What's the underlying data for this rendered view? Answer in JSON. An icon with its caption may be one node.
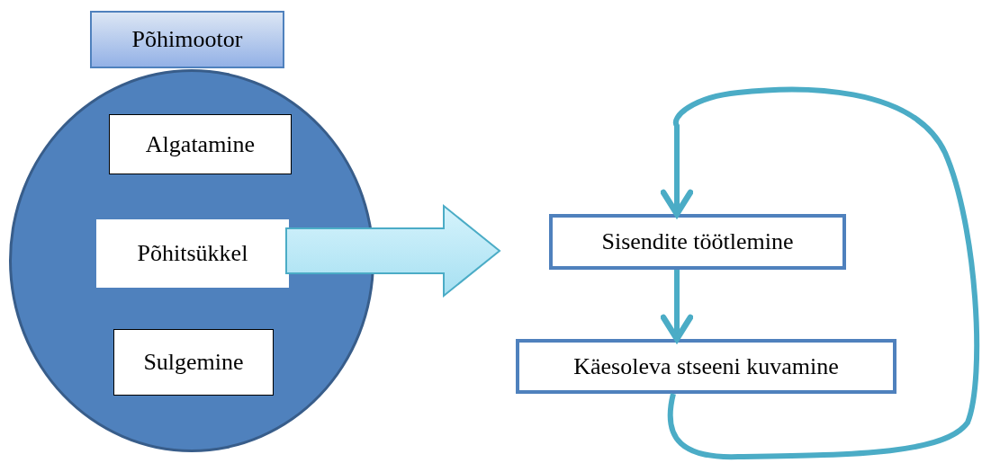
{
  "diagram": {
    "nodes": [
      {
        "text": [
          "Põhimootor"
        ]
      },
      {
        "text": [],
        "shape": "circle"
      },
      {
        "text": [
          "Algatamine"
        ],
        "in": 1
      },
      {
        "text": [
          "Põhitsükkel"
        ],
        "in": 1
      },
      {
        "text": [
          "Sulgemine"
        ],
        "in": 1
      },
      {
        "text": [
          "Sisendite töötlemine"
        ]
      },
      {
        "text": [
          "Käesoleva stseeni kuvamine"
        ]
      }
    ],
    "edges": [
      {
        "from": 3,
        "to": 5,
        "arrow": "to",
        "style": "thick"
      },
      {
        "from": 5,
        "to": 6,
        "arrow": "to"
      },
      {
        "from": 6,
        "to": 5,
        "arrow": "to"
      }
    ]
  }
}
